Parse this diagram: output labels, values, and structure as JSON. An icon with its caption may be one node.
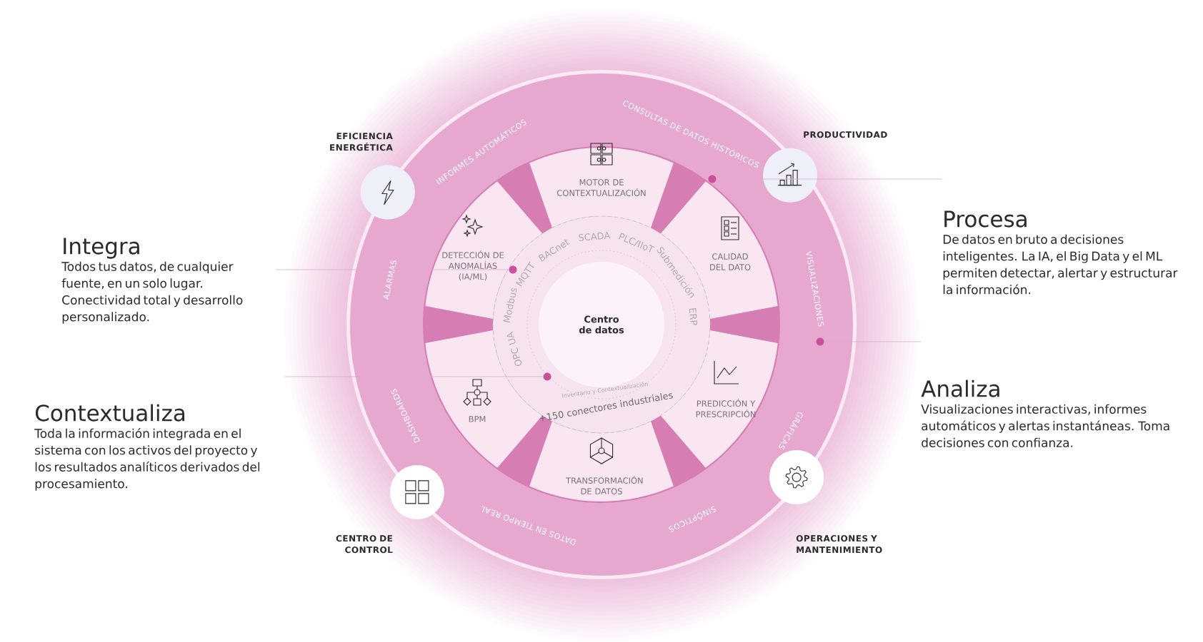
{
  "diagram": {
    "nodes": [
      {
        "text": [
          "EFICIENCIA ENERGÉTICA"
        ]
      },
      {
        "text": [
          "PRODUCTIVIDAD"
        ]
      },
      {
        "text": [
          "Integra",
          "Todos tus datos, de cualquier fuente, en un solo lugar. Conectividad total y desarrollo personalizado."
        ]
      },
      {
        "text": [
          "Procesa",
          "De datos en bruto a decisiones inteligentes. La IA, el Big Data y el ML permiten detectar, alertar y estructurar la información."
        ]
      },
      {
        "text": [
          "MOTOR DE CONTEXTUALIZACIÓN"
        ]
      },
      {
        "text": [
          "DETECCIÓN DE ANOMALÍAS (IA/ML)"
        ]
      },
      {
        "text": [
          "CALIDAD DEL DATO"
        ]
      },
      {
        "text": [
          "Centro de datos"
        ]
      },
      {
        "text": [
          "BPM"
        ]
      },
      {
        "text": [
          "PREDICCIÓN Y PRESCRIPCIÓN"
        ]
      },
      {
        "text": [
          "Analiza",
          "Visualizaciones interactivas, informes automáticos y alertas instantáneas. Toma decisiones con confianza."
        ]
      },
      {
        "text": [
          "Contextualiza",
          "Toda la información integrada en el sistema con los activos del proyecto y los resultados analíticos derivados del procesamiento."
        ]
      },
      {
        "text": [
          "TRANSFORMACIÓN DE DATOS"
        ]
      },
      {
        "text": [
          "CENTRO DE CONTROL"
        ]
      },
      {
        "text": [
          "OPERACIONES Y MANTENIMIENTO"
        ]
      },
      {
        "text": [],
        "shape": "circle"
      },
      {
        "text": [],
        "shape": "circle",
        "in": 6
      },
      {
        "text": [],
        "shape": "circle"
      },
      {
        "text": [],
        "shape": "circle"
      }
    ],
    "edges": [
      {
        "from": 2,
        "to": 15,
        "arrow": "none"
      },
      {
        "from": 3,
        "to": 16,
        "arrow": "none"
      },
      {
        "from": 10,
        "to": 18,
        "arrow": "none"
      },
      {
        "from": 11,
        "to": 17,
        "arrow": "none"
      }
    ],
    "labels": [
      "INFORMES AUTOMÁTICOS",
      "CONSULTAS DE DATOS HISTÓRICOS",
      "ALARMAS",
      "VISUALIZACIONES",
      "DASHBOARDS",
      "GRÁFICAS",
      "DATOS EN TIEMPO REAL",
      "SINÓPTICOS",
      "MQTT",
      "BACnet",
      "SCADA",
      "PLC/IIoT",
      "Submedición",
      "Modbus",
      "ERP",
      "OPC UA",
      "Inventario y Contextualización",
      "+150 conectores industriales"
    ]
  }
}
